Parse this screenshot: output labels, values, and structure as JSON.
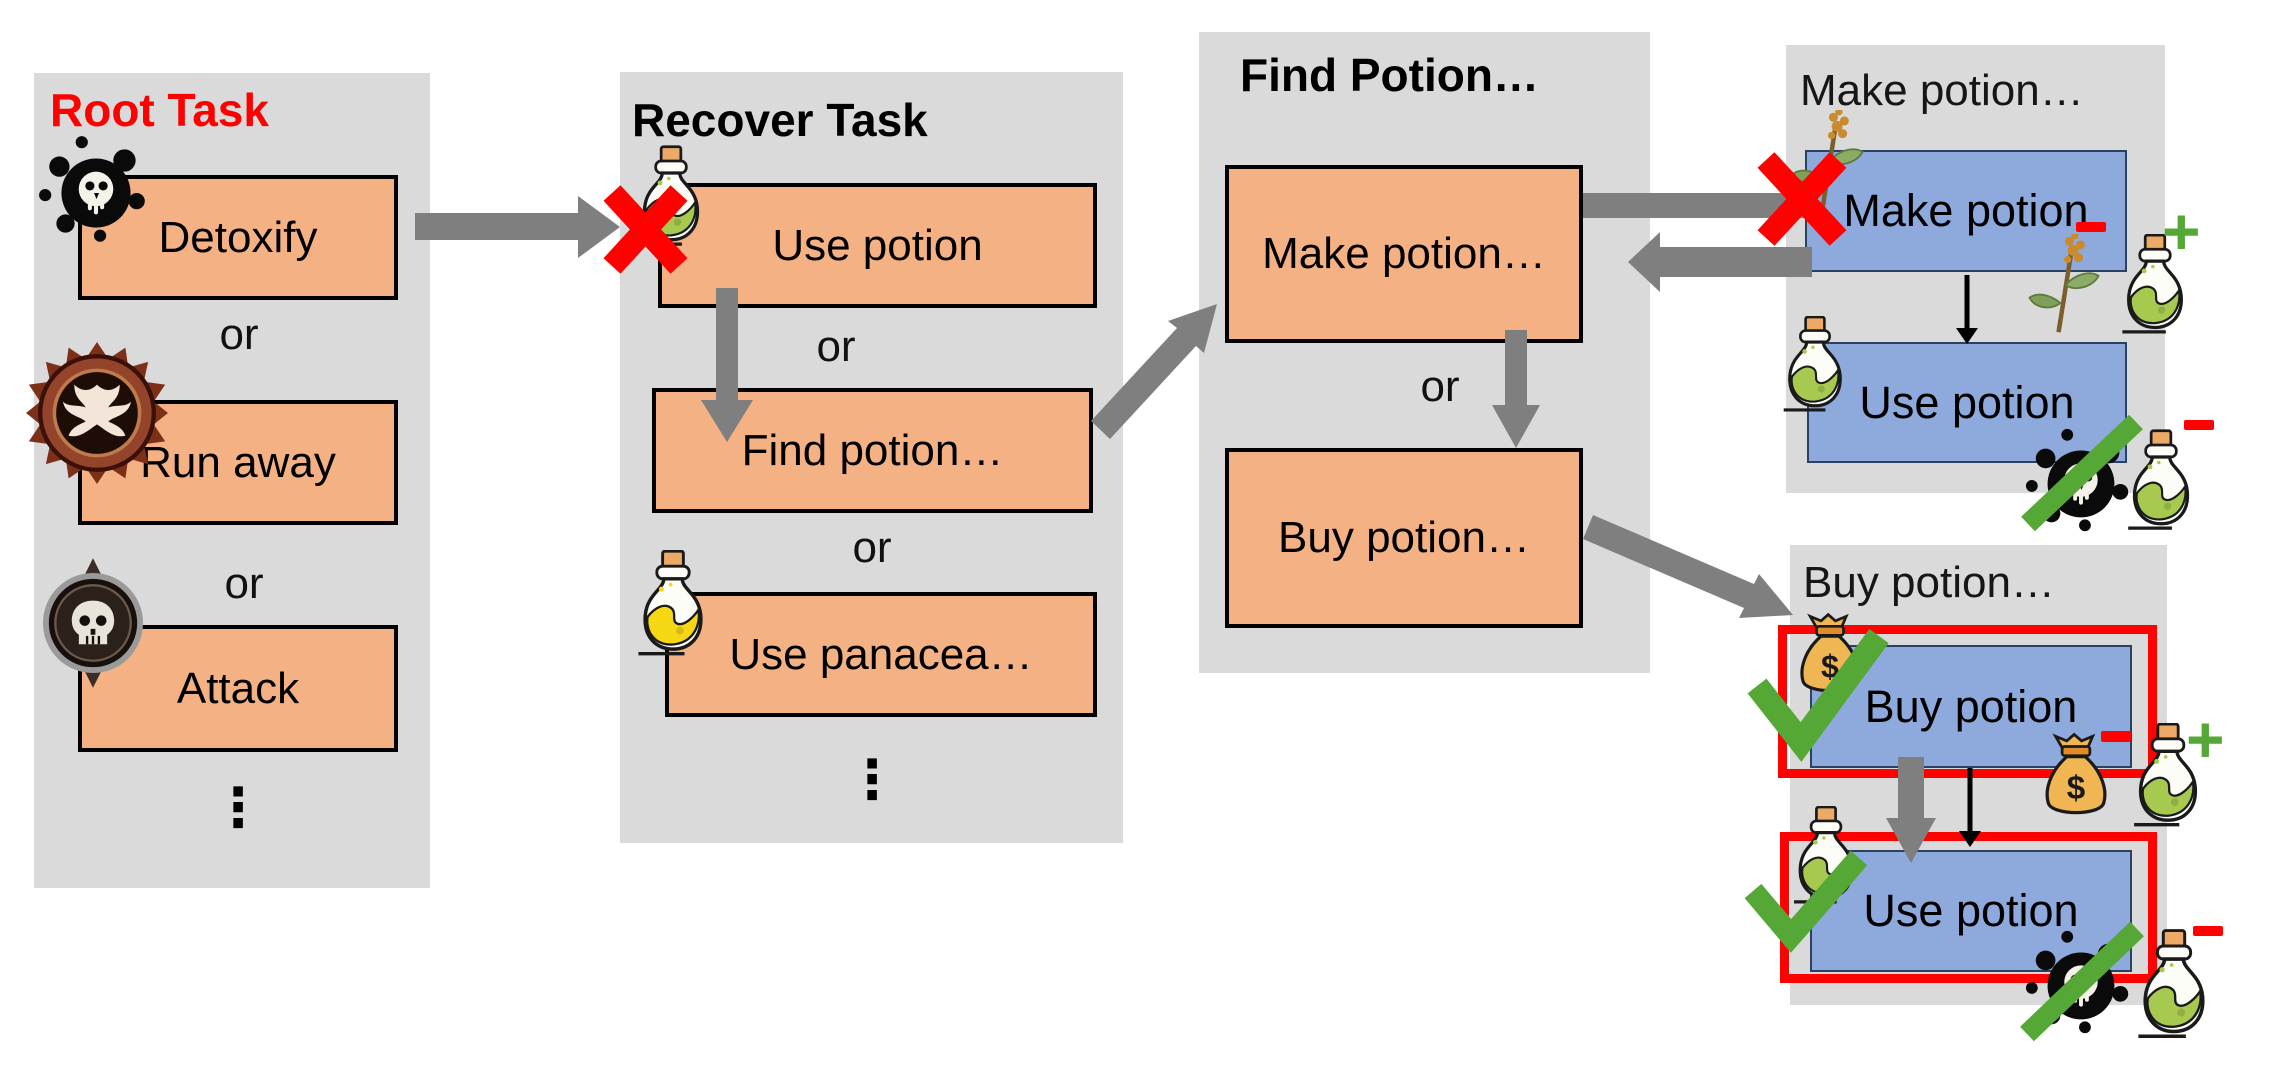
{
  "panels": {
    "root": {
      "title": "Root Task",
      "or": "or",
      "dots": "⋮",
      "tasks": [
        {
          "label": "Detoxify"
        },
        {
          "label": "Run away"
        },
        {
          "label": "Attack"
        }
      ]
    },
    "recover": {
      "title": "Recover Task",
      "or": "or",
      "dots": "⋮",
      "tasks": [
        {
          "label": "Use potion"
        },
        {
          "label": "Find potion…"
        },
        {
          "label": "Use panacea…"
        }
      ]
    },
    "find": {
      "title": "Find Potion…",
      "or": "or",
      "tasks": [
        {
          "label": "Make potion…"
        },
        {
          "label": "Buy potion…"
        }
      ]
    },
    "make": {
      "title": "Make potion…",
      "plus": "+",
      "minus": "−",
      "steps": [
        {
          "label": "Make potion"
        },
        {
          "label": "Use potion"
        }
      ]
    },
    "buy": {
      "title": "Buy potion…",
      "plus": "+",
      "minus": "−",
      "steps": [
        {
          "label": "Buy potion"
        },
        {
          "label": "Use potion"
        }
      ]
    }
  },
  "colors": {
    "panel_bg": "#dadada",
    "task_box": "#f4b183",
    "primitive_box": "#8ea9dc",
    "arrow": "#7f7f7f",
    "fail_red": "#fe0101",
    "success_green": "#56a836",
    "root_title": "#fe0000"
  }
}
